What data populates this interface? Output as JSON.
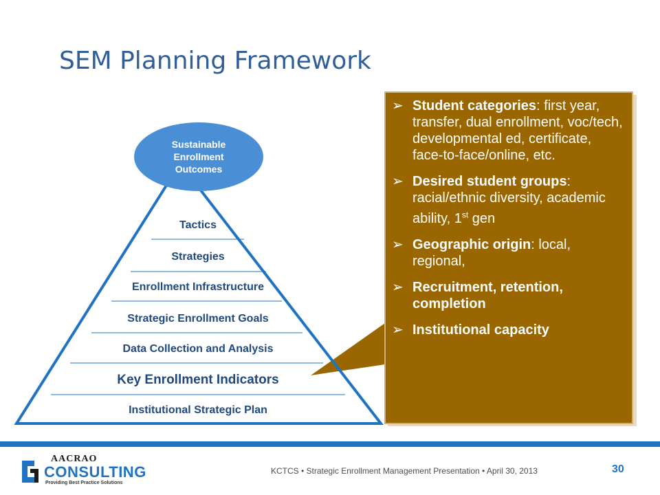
{
  "slide": {
    "title": "SEM Planning Framework"
  },
  "pyramid": {
    "apex": [
      "Sustainable",
      "Enrollment",
      "Outcomes"
    ],
    "layers": [
      "Tactics",
      "Strategies",
      "Enrollment Infrastructure",
      "Strategic Enrollment Goals",
      "Data Collection and Analysis",
      "Key Enrollment Indicators",
      "Institutional Strategic Plan"
    ]
  },
  "callout": {
    "items": [
      {
        "bold": "Student categories",
        "rest": ": first year, transfer, dual enrollment, voc/tech, developmental ed, certificate, face-to-face/online, etc."
      },
      {
        "bold": "Desired student groups",
        "rest": ": racial/ethnic diversity, academic ability, 1st gen"
      },
      {
        "bold": "Geographic origin",
        "rest": ": local, regional,"
      },
      {
        "bold": "Recruitment, retention, completion",
        "rest": ""
      },
      {
        "bold": "Institutional capacity",
        "rest": ""
      }
    ],
    "arrow_glyph": "➢"
  },
  "footer": {
    "text": "KCTCS  •  Strategic Enrollment Management Presentation  •  April 30, 2013",
    "page_number": "30",
    "logo_top": "AACRAO",
    "logo_main": "CONSULTING",
    "logo_tag": "Providing Best Practice Solutions"
  },
  "colors": {
    "accent_blue": "#1f73c2",
    "title_blue": "#2f5e99",
    "callout_brown": "#996600",
    "layer_text": "#1f497d"
  }
}
